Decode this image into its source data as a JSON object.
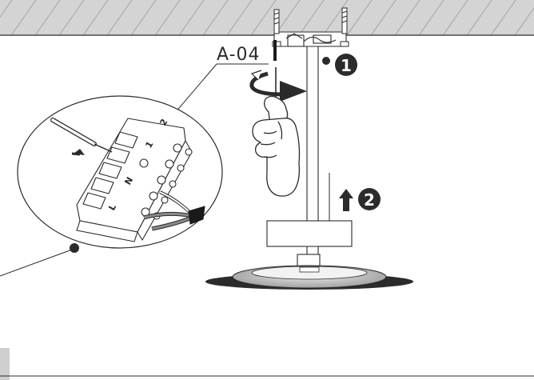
{
  "diagram": {
    "part_label": "A-04",
    "steps": [
      {
        "number": "1"
      },
      {
        "number": "2"
      }
    ],
    "terminal_block_marks": [
      "2",
      "1",
      "N",
      "L"
    ],
    "colors": {
      "ceiling_fill": "#d4d4d4",
      "line": "#2b2b2b",
      "step_badge": "#2b2b2b",
      "wire_black": "#1a1a1a",
      "wire_grey": "#8a8a8a",
      "footer_block": "#cfcfcf"
    }
  }
}
